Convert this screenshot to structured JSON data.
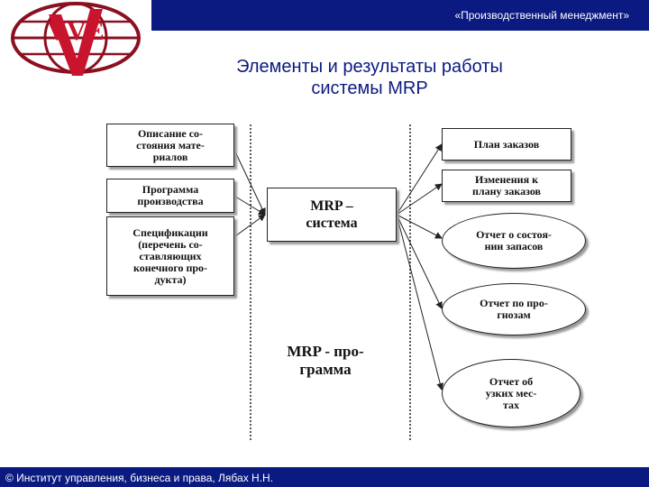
{
  "header": {
    "text": "«Производственный менеджмент»"
  },
  "title": {
    "line1": "Элементы и результаты работы",
    "line2": "системы  MRP"
  },
  "footer": {
    "text": "© Институт управления, бизнеса и права, Лябах Н.Н."
  },
  "logo": {
    "letters": "VVE"
  },
  "colors": {
    "brand": "#0b1a80",
    "logo_red": "#c8142c",
    "logo_globe": "#8a1020"
  },
  "diagram": {
    "inputs": [
      {
        "lines": [
          "Описание со-",
          "стояния мате-",
          "риалов"
        ]
      },
      {
        "lines": [
          "Программа",
          "производства"
        ]
      },
      {
        "lines": [
          "Спецификации",
          "(перечень со-",
          "ставляющих",
          "конечного про-",
          "дукта)"
        ]
      }
    ],
    "center": {
      "lines": [
        "MRP –",
        "система"
      ]
    },
    "outputs_rect": [
      {
        "lines": [
          "План заказов"
        ]
      },
      {
        "lines": [
          "Изменения к",
          "плану заказов"
        ]
      }
    ],
    "outputs_oval": [
      {
        "lines": [
          "Отчет о состоя-",
          "нии запасов"
        ]
      },
      {
        "lines": [
          "Отчет по про-",
          "гнозам"
        ]
      },
      {
        "lines": [
          "Отчет об",
          "узких мес-",
          "тах"
        ]
      }
    ],
    "program_label": {
      "lines": [
        "MRP - про-",
        "грамма"
      ]
    }
  }
}
